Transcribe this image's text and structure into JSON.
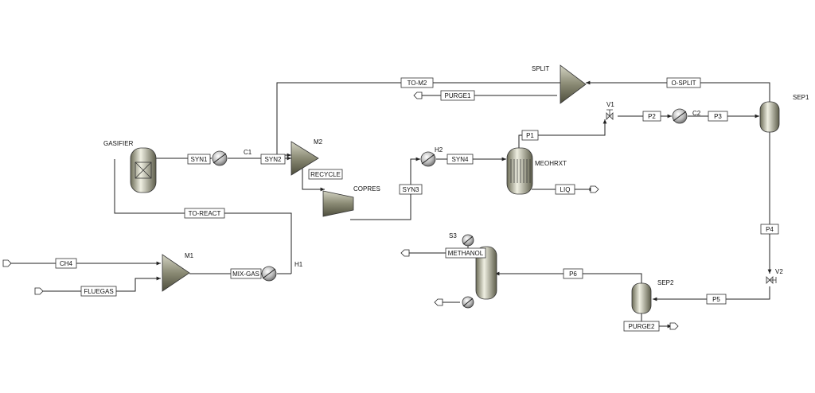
{
  "units": {
    "gasifier": "GASIFIER",
    "c1": "C1",
    "m2": "M2",
    "m1": "M1",
    "h1": "H1",
    "h2": "H2",
    "copres": "COPRES",
    "split": "SPLIT",
    "meohrxt": "MEOHRXT",
    "v1": "V1",
    "c2": "C2",
    "sep1": "SEP1",
    "v2": "V2",
    "sep2": "SEP2",
    "s3": "S3"
  },
  "streams": {
    "syn1": "SYN1",
    "syn2": "SYN2",
    "recycle": "RECYCLE",
    "to_react": "TO-REACT",
    "to_m2": "TO-M2",
    "purge1": "PURGE1",
    "o_split": "O-SPLIT",
    "syn3": "SYN3",
    "syn4": "SYN4",
    "p1": "P1",
    "p2": "P2",
    "p3": "P3",
    "liq": "LIQ",
    "ch4": "CH4",
    "fluegas": "FLUEGAS",
    "mix_gas": "MIX-GAS",
    "p4": "P4",
    "p5": "P5",
    "p6": "P6",
    "purge2": "PURGE2",
    "methanol": "METHANOL"
  }
}
